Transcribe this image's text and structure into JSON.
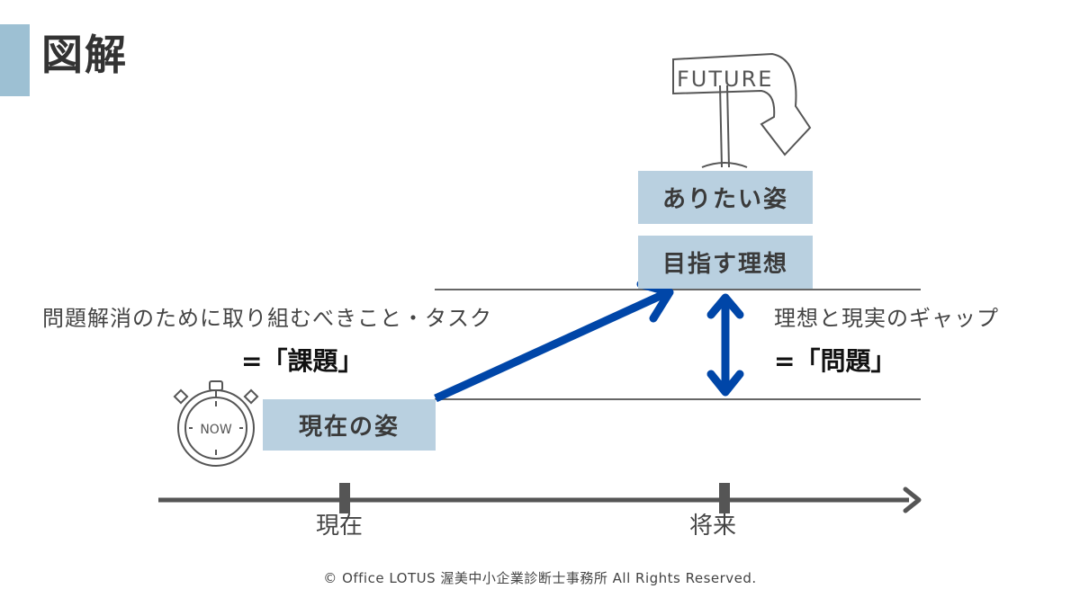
{
  "header": {
    "title": "図解"
  },
  "boxes": {
    "current_state": "現在の姿",
    "ideal_state": "ありたい姿",
    "target_ideal": "目指す理想"
  },
  "task": {
    "description": "問題解消のために取り組むべきこと・タスク",
    "label": "=「課題」"
  },
  "gap": {
    "description": "理想と現実のギャップ",
    "label": "=「問題」"
  },
  "timeline": {
    "now_label": "現在",
    "future_label": "将来"
  },
  "icons": {
    "stopwatch": {
      "name": "stopwatch-icon",
      "text": "NOW"
    },
    "signpost": {
      "name": "future-signpost-icon",
      "text": "FUTURE"
    }
  },
  "colors": {
    "accent": "#9dc0d3",
    "box": "#b9d0e0",
    "arrow": "#0046a8",
    "axis": "#555555"
  },
  "footer": {
    "copyright": "© Office LOTUS 渥美中小企業診断士事務所 All Rights Reserved."
  }
}
